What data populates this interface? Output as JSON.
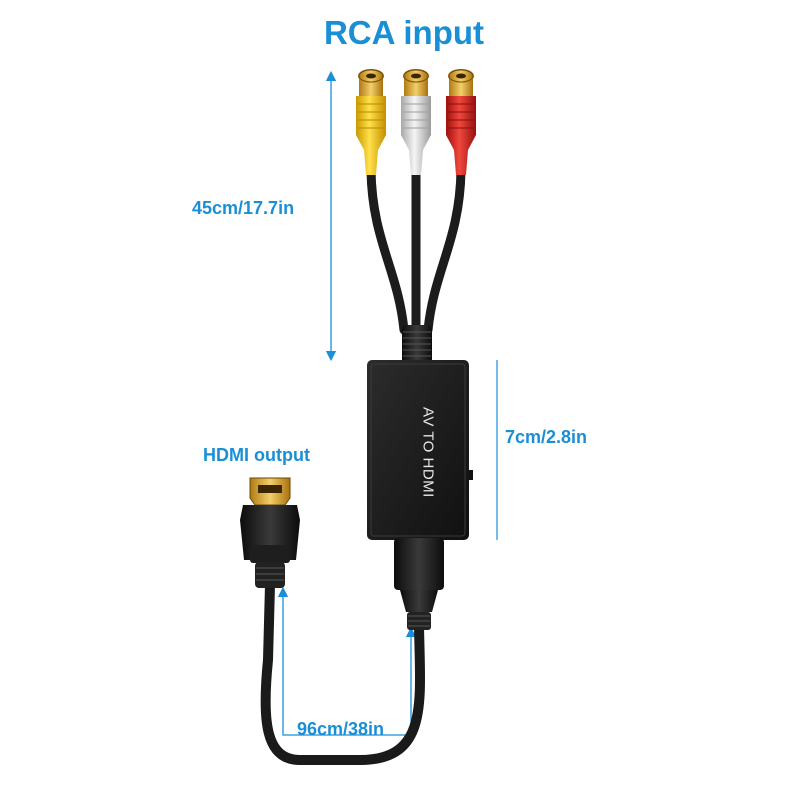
{
  "labels": {
    "title": "RCA input",
    "rca_cable_length": "45cm/17.7in",
    "box_length": "7cm/2.8in",
    "hdmi_output": "HDMI output",
    "hdmi_cable_length": "96cm/38in"
  },
  "device": {
    "box_text": "AV TO HDMI"
  },
  "connectors": [
    "yellow-rca-jack",
    "white-rca-jack",
    "red-rca-jack",
    "hdmi-plug"
  ],
  "colors": {
    "accent_blue": "#1a8fd6",
    "rca_yellow": "#f2c500",
    "rca_white": "#d8d8d8",
    "rca_red": "#d9241f",
    "gold": "#d6a12a",
    "device_black": "#1b1b1b"
  }
}
